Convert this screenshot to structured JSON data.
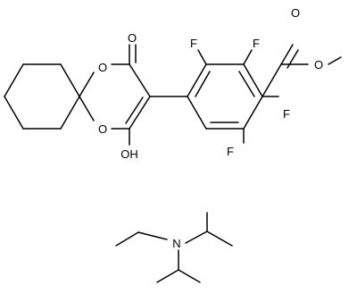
{
  "atom_labels": {
    "ring_oxygen_upper": "O",
    "ring_oxygen_lower": "O",
    "carbonyl_oxygen": "O",
    "hydroxyl": "OH",
    "fluorine_top_left": "F",
    "fluorine_top_right": "F",
    "fluorine_right": "F",
    "fluorine_bottom": "F",
    "ester_carbonyl_oxygen": "O",
    "ester_oxygen": "O",
    "amine_nitrogen": "N"
  },
  "colors": {
    "bond": "#000000",
    "label": "#000000",
    "background": "#ffffff"
  }
}
